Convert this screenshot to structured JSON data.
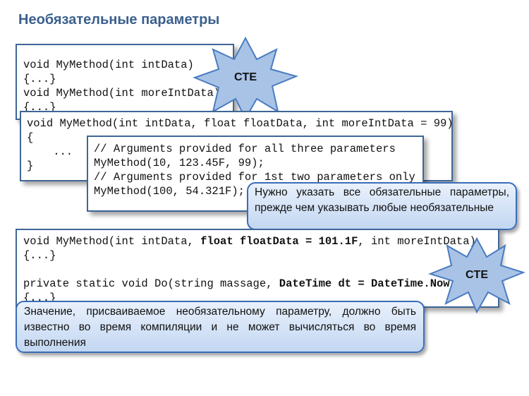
{
  "title": "Необязательные параметры",
  "box1": {
    "lines": [
      "void MyMethod(int intData)",
      "{...}",
      "void MyMethod(int moreIntData)",
      "{...}"
    ]
  },
  "badge1": {
    "label": "CTE"
  },
  "box2": {
    "lines": [
      "void MyMethod(int intData, float floatData, int moreIntData = 99)",
      "{",
      "    ...",
      "}"
    ]
  },
  "box3": {
    "lines": [
      "// Arguments provided for all three parameters",
      "MyMethod(10, 123.45F, 99);",
      "// Arguments provided for 1st two parameters only",
      "MyMethod(100, 54.321F);"
    ]
  },
  "callout1": {
    "text": "Нужно указать все обязательные параметры, прежде чем указывать любые необязательные"
  },
  "box4": {
    "line1": {
      "pre": "void MyMethod(int intData, ",
      "bold": "float floatData = 101.1F",
      "post": ", int moreIntData)"
    },
    "line2": "{...}",
    "line3": {
      "pre": "private static void Do(string massage, ",
      "bold": "DateTime dt = DateTime.Now",
      "post": ")"
    },
    "line4": "{...}"
  },
  "badge2": {
    "label": "CTE"
  },
  "callout2": {
    "text": "Значение, присваиваемое необязательному параметру, должно быть известно во время компиляции и не может вычисляться во время выполнения"
  },
  "colors": {
    "title": "#3b5f8e",
    "box_border": "#3f6696",
    "callout_border": "#3a6db8",
    "badge_fill": "#a8c3e6",
    "badge_stroke": "#4a7cc0"
  }
}
